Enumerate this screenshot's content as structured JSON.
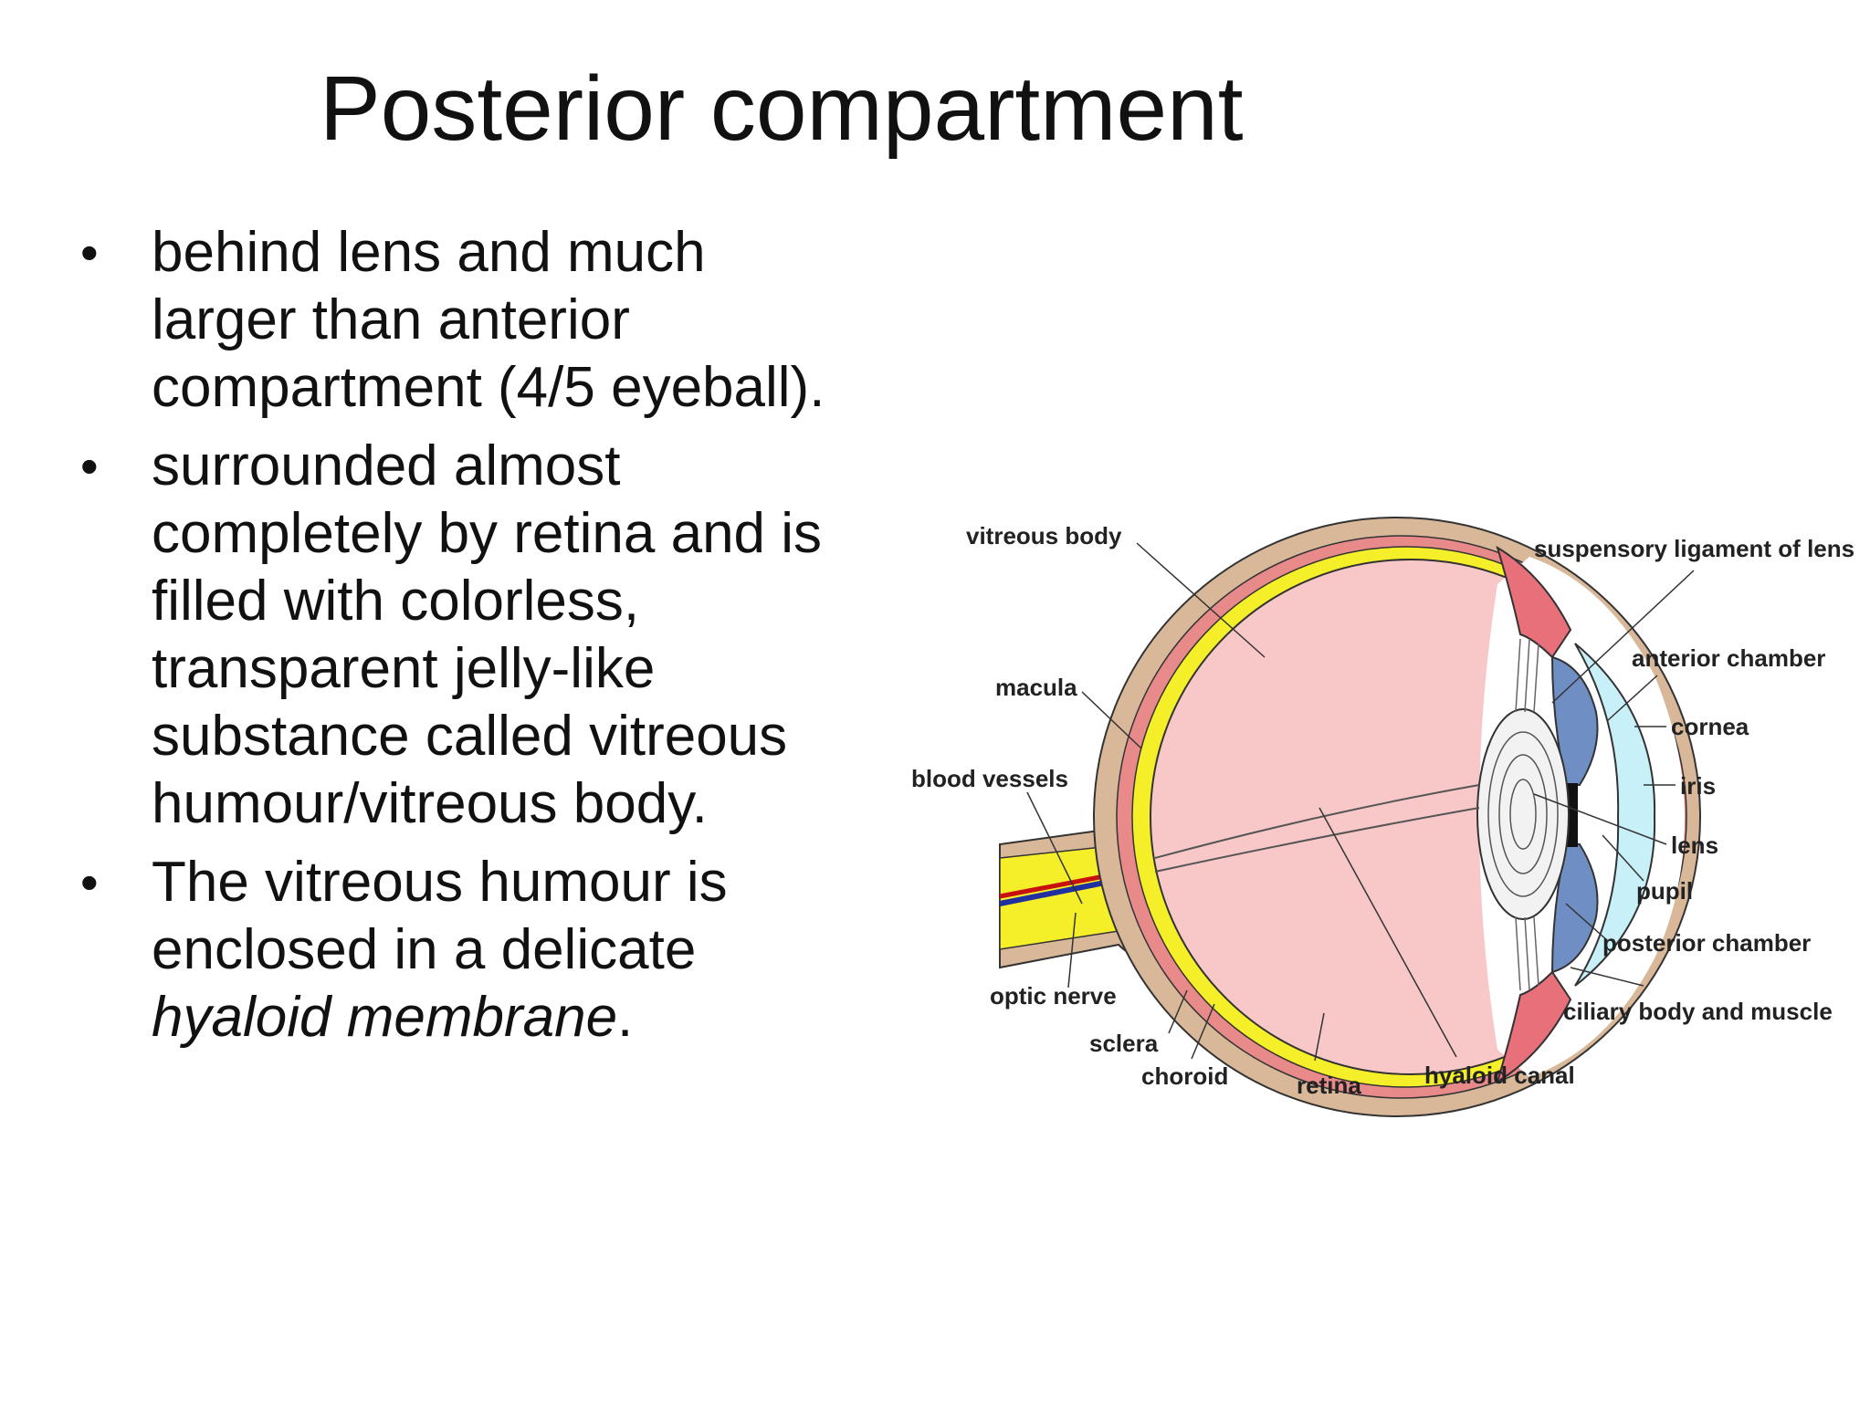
{
  "slide": {
    "title": "Posterior compartment",
    "bullets": [
      {
        "text": "behind  lens and much larger than anterior compartment (4/5 eyeball)."
      },
      {
        "text": "surrounded almost completely by retina and is filled with colorless, transparent jelly-like substance called vitreous humour/vitreous body."
      },
      {
        "text_before": "The vitreous humour is enclosed in a delicate ",
        "text_italic": "hyaloid membrane",
        "text_after": "."
      }
    ]
  },
  "diagram": {
    "labels": {
      "vitreous_body": "vitreous body",
      "suspensory_ligament": "suspensory ligament of lens",
      "anterior_chamber": "anterior chamber",
      "macula": "macula",
      "cornea": "cornea",
      "iris": "iris",
      "blood_vessels": "blood vessels",
      "lens": "lens",
      "pupil": "pupil",
      "posterior_chamber": "posterior chamber",
      "optic_nerve": "optic nerve",
      "ciliary_body": "ciliary body and muscle",
      "sclera": "sclera",
      "choroid": "choroid",
      "retina": "retina",
      "hyaloid_canal": "hyaloid canal"
    },
    "colors": {
      "sclera": "#d9b89a",
      "choroid": "#e88a8a",
      "retina": "#f5ef2a",
      "vitreous": "#f8c8c8",
      "iris": "#6f8fc4",
      "cornea": "#c8f0f8",
      "ciliary": "#e8707a",
      "lens": "#f2f2f2",
      "blood": "#c81010",
      "vessel_blue": "#2030a0"
    }
  }
}
